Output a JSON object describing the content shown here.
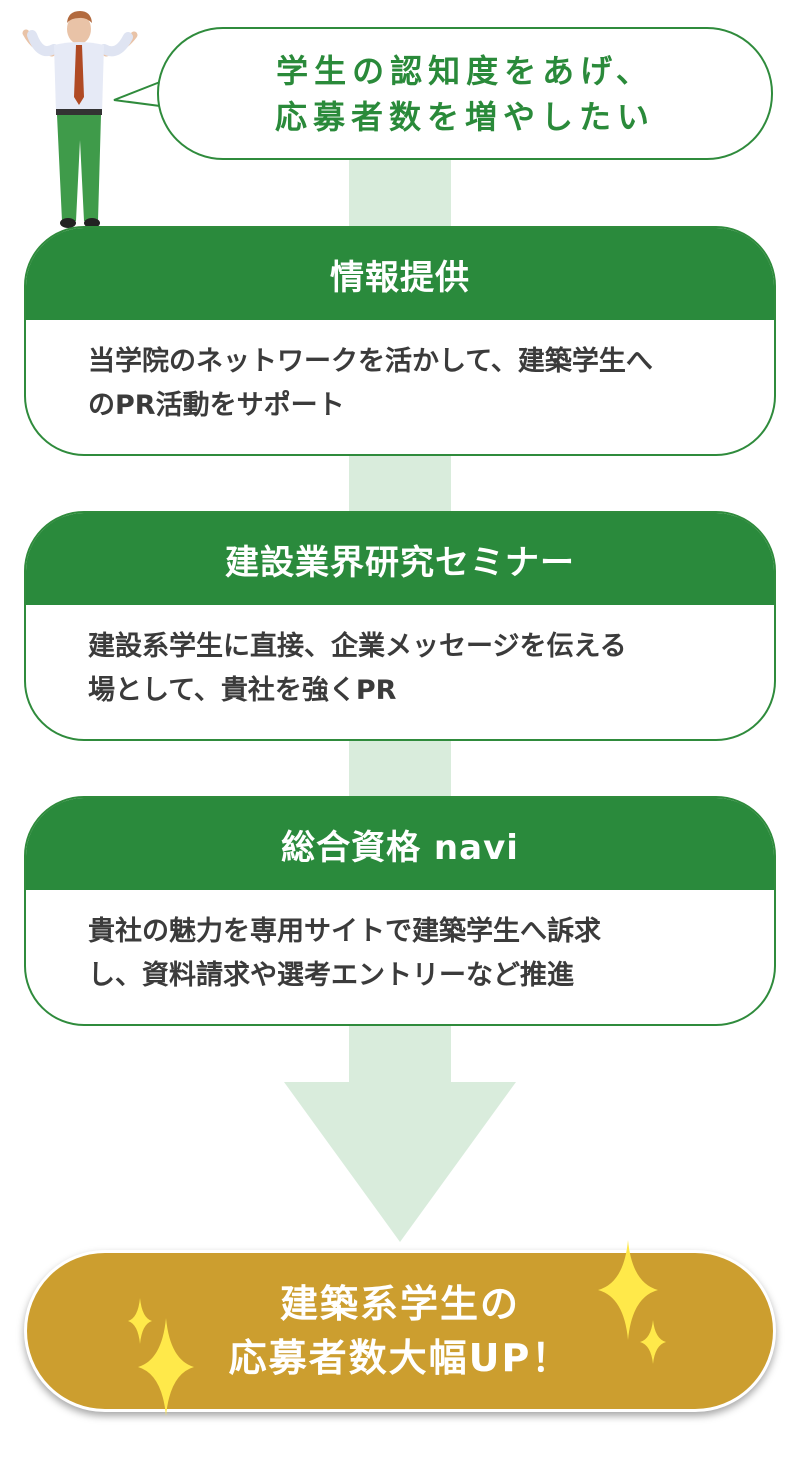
{
  "speech": {
    "line1": "学生の認知度をあげ、",
    "line2": "応募者数を増やしたい"
  },
  "steps": [
    {
      "title": "情報提供",
      "lines": [
        "当学院のネットワークを活かして、建築学生へ",
        "のPR活動をサポート"
      ]
    },
    {
      "title": "建設業界研究セミナー",
      "lines": [
        "建設系学生に直接、企業メッセージを伝える",
        "場として、貴社を強くPR"
      ]
    },
    {
      "title": "総合資格 navi",
      "lines": [
        "貴社の魅力を専用サイトで建築学生へ訴求",
        "し、資料請求や選考エントリーなど推進"
      ]
    }
  ],
  "result": {
    "line1": "建築系学生の",
    "line2": "応募者数大幅UP！"
  },
  "icons": {
    "person": "businessman-shrug-icon",
    "sparkle": "sparkle-icon"
  },
  "colors": {
    "green": "#2a8a3c",
    "light_green": "#d9ecdc",
    "gold": "#cc9e2f",
    "sparkle": "#ffe94a"
  }
}
